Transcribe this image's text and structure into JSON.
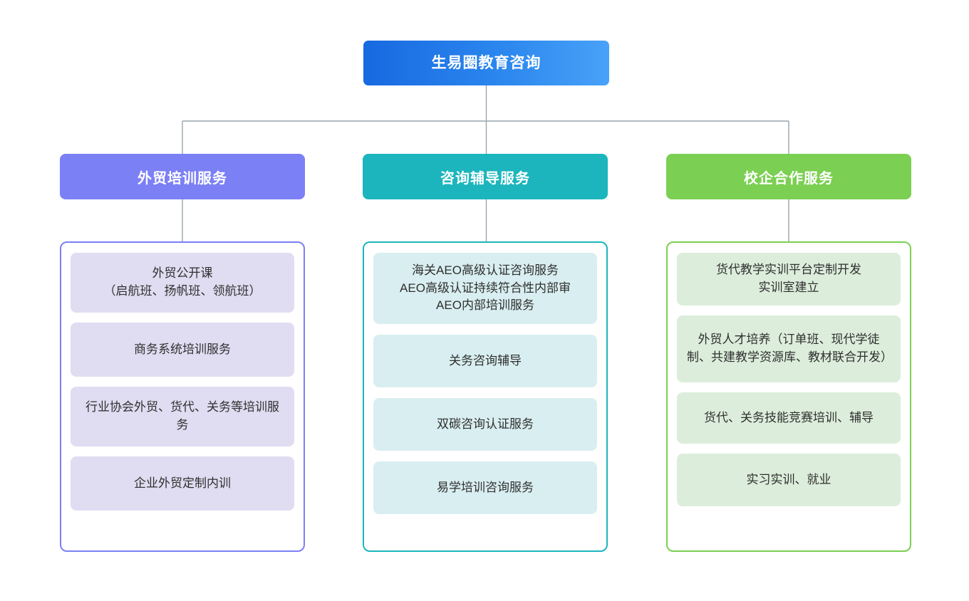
{
  "diagram": {
    "type": "organization-chart",
    "root": {
      "label": "生易圈教育咨询",
      "color_start": "#1769e0",
      "color_end": "#48a2f8"
    },
    "connector_color": "#9aa5ae",
    "branches": [
      {
        "header": "外贸培训服务",
        "header_color": "#7b80f5",
        "border_color": "#7b80f5",
        "card_color": "#e0ddf2",
        "items": [
          "外贸公开课\n（启航班、扬帆班、领航班）",
          "商务系统培训服务",
          "行业协会外贸、货代、关务等培训服务",
          "企业外贸定制内训"
        ]
      },
      {
        "header": "咨询辅导服务",
        "header_color": "#1cb5bd",
        "border_color": "#1cb5bd",
        "card_color": "#d9eef0",
        "items": [
          "海关AEO高级认证咨询服务\nAEO高级认证持续符合性内部审\nAEO内部培训服务",
          "关务咨询辅导",
          "双碳咨询认证服务",
          "易学培训咨询服务"
        ]
      },
      {
        "header": "校企合作服务",
        "header_color": "#7bcf52",
        "border_color": "#7bcf52",
        "card_color": "#dceedb",
        "items": [
          "货代教学实训平台定制开发\n实训室建立",
          "外贸人才培养（订单班、现代学徒制、共建教学资源库、教材联合开发）",
          "货代、关务技能竞赛培训、辅导",
          "实习实训、就业"
        ]
      }
    ]
  }
}
